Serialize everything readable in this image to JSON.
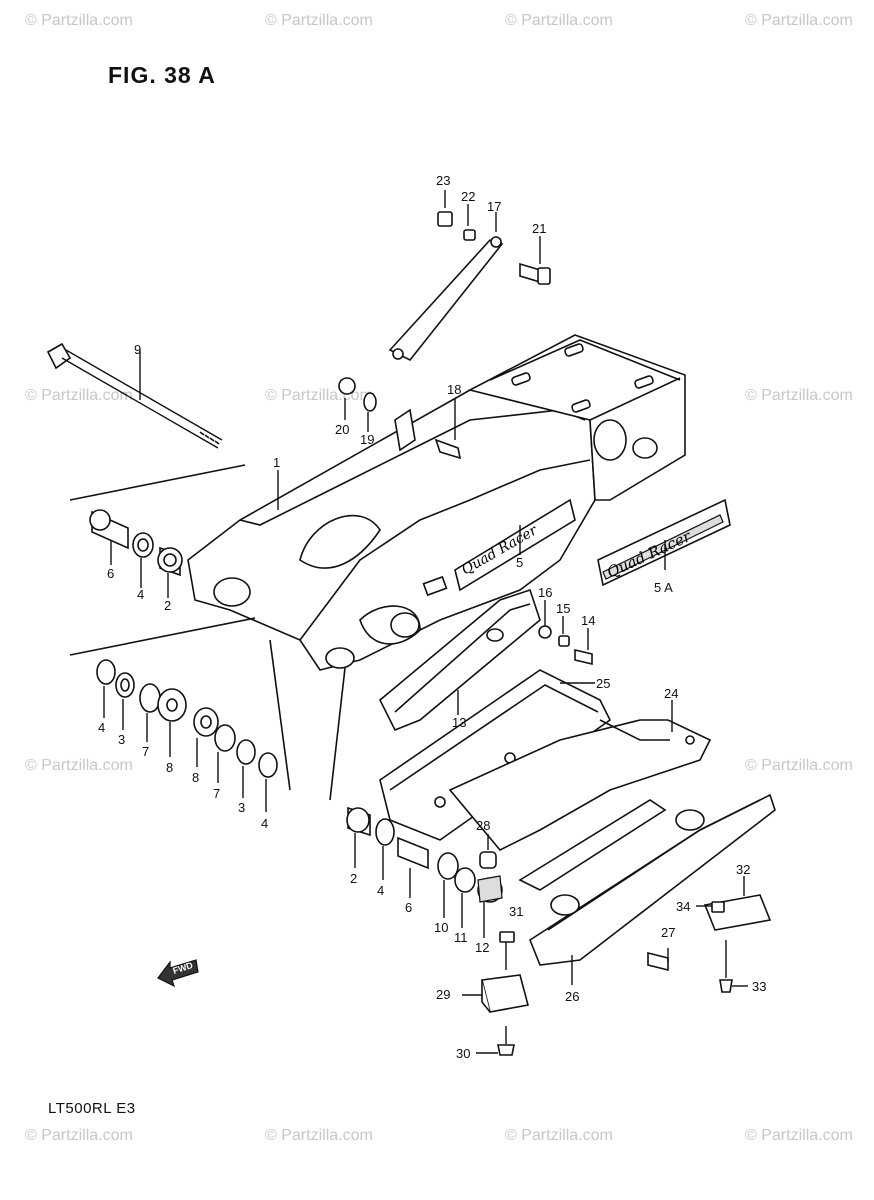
{
  "figure_title": "FIG. 38 A",
  "model_code": "LT500RL E3",
  "watermark": "© Partzilla.com",
  "fwd_label": "FWD",
  "decal_text": "Quad Racer",
  "callouts": [
    {
      "label": "23"
    },
    {
      "label": "22"
    },
    {
      "label": "17"
    },
    {
      "label": "21"
    },
    {
      "label": "9"
    },
    {
      "label": "18"
    },
    {
      "label": "20"
    },
    {
      "label": "19"
    },
    {
      "label": "1"
    },
    {
      "label": "5"
    },
    {
      "label": "5 A"
    },
    {
      "label": "6"
    },
    {
      "label": "4"
    },
    {
      "label": "2"
    },
    {
      "label": "16"
    },
    {
      "label": "15"
    },
    {
      "label": "14"
    },
    {
      "label": "25"
    },
    {
      "label": "24"
    },
    {
      "label": "13"
    },
    {
      "label": "4"
    },
    {
      "label": "3"
    },
    {
      "label": "7"
    },
    {
      "label": "8"
    },
    {
      "label": "8"
    },
    {
      "label": "7"
    },
    {
      "label": "3"
    },
    {
      "label": "4"
    },
    {
      "label": "28"
    },
    {
      "label": "2"
    },
    {
      "label": "4"
    },
    {
      "label": "6"
    },
    {
      "label": "10"
    },
    {
      "label": "11"
    },
    {
      "label": "12"
    },
    {
      "label": "31"
    },
    {
      "label": "32"
    },
    {
      "label": "34"
    },
    {
      "label": "27"
    },
    {
      "label": "29"
    },
    {
      "label": "26"
    },
    {
      "label": "33"
    },
    {
      "label": "30"
    }
  ]
}
